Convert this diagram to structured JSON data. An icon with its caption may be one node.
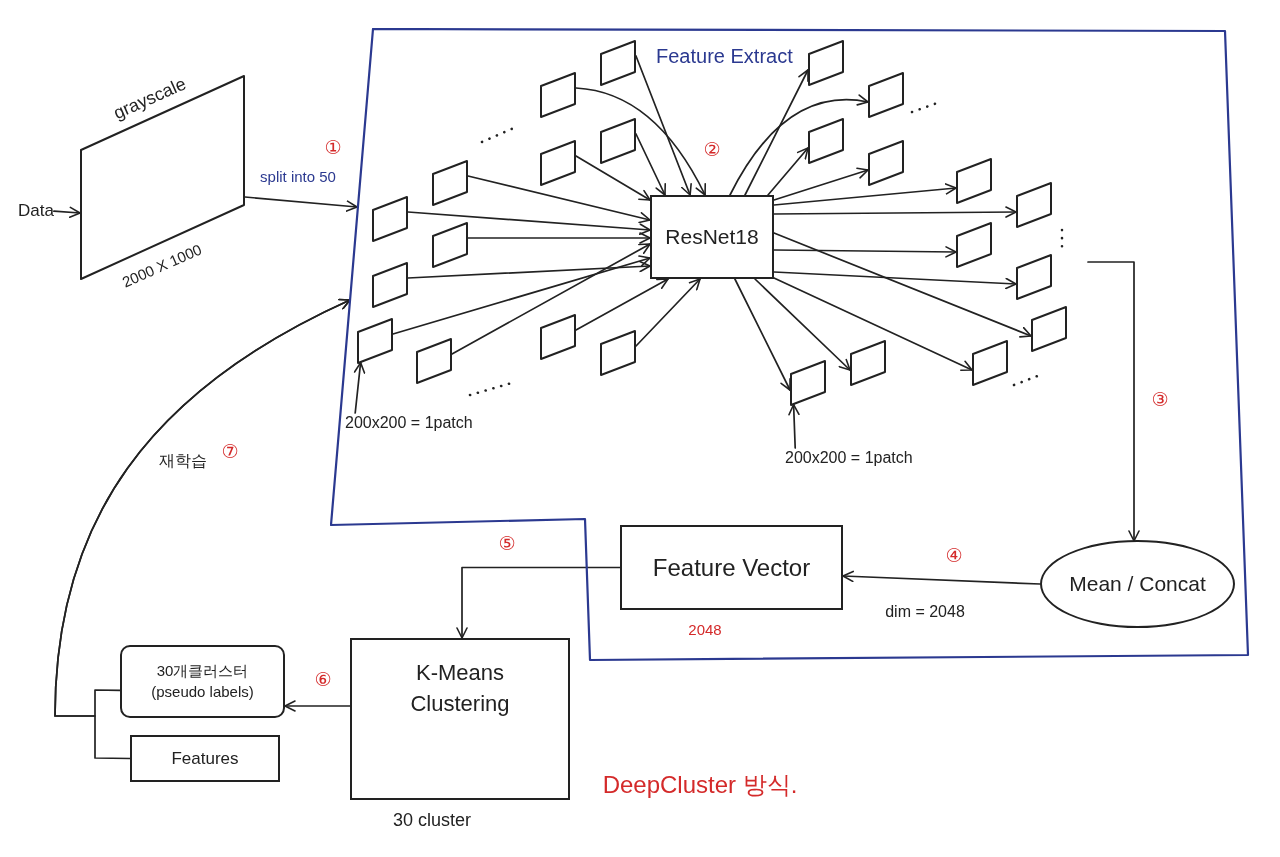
{
  "diagram": {
    "nodes": [
      {
        "text": [
          "Data"
        ]
      },
      {
        "text": [],
        "shape": "parallelogram",
        "beside": [
          "grayscale",
          "2000 X 1000"
        ]
      },
      {
        "text": [
          "Feature Extract"
        ]
      },
      {
        "text": [],
        "shape": "parallelogram",
        "in": 2
      },
      {
        "text": [],
        "shape": "parallelogram",
        "in": 2
      },
      {
        "text": [],
        "shape": "parallelogram",
        "in": 2
      },
      {
        "text": [],
        "shape": "parallelogram",
        "in": 2
      },
      {
        "text": [],
        "shape": "parallelogram",
        "in": 2
      },
      {
        "text": [],
        "shape": "parallelogram",
        "in": 2
      },
      {
        "text": [],
        "shape": "parallelogram",
        "in": 2
      },
      {
        "text": [],
        "shape": "parallelogram",
        "in": 2
      },
      {
        "text": [],
        "shape": "parallelogram",
        "in": 2
      },
      {
        "text": [],
        "shape": "parallelogram",
        "in": 2
      },
      {
        "text": [],
        "shape": "parallelogram",
        "in": 2
      },
      {
        "text": [],
        "shape": "parallelogram",
        "in": 2
      },
      {
        "text": [
          "ResNet18"
        ],
        "beside": [
          "②"
        ],
        "in": 2
      },
      {
        "text": [],
        "shape": "parallelogram",
        "in": 2
      },
      {
        "text": [],
        "shape": "parallelogram",
        "in": 2
      },
      {
        "text": [],
        "shape": "parallelogram",
        "in": 2
      },
      {
        "text": [],
        "shape": "parallelogram",
        "in": 2
      },
      {
        "text": [],
        "shape": "parallelogram",
        "in": 2
      },
      {
        "text": [],
        "shape": "parallelogram",
        "in": 2
      },
      {
        "text": [],
        "shape": "parallelogram",
        "in": 2
      },
      {
        "text": [],
        "shape": "parallelogram",
        "in": 2
      },
      {
        "text": [],
        "shape": "parallelogram",
        "in": 2
      },
      {
        "text": [],
        "shape": "parallelogram",
        "in": 2
      },
      {
        "text": [],
        "shape": "parallelogram",
        "in": 2
      },
      {
        "text": [],
        "shape": "parallelogram",
        "in": 2
      },
      {
        "text": [
          "200x200 = 1patch"
        ],
        "in": 2
      },
      {
        "text": [
          "200x200 = 1patch"
        ],
        "in": 2
      },
      {
        "text": [
          "Mean / Concat"
        ],
        "in": 2
      },
      {
        "text": [
          "Feature Vector"
        ],
        "beside": [
          "2048"
        ],
        "in": 2
      },
      {
        "text": [
          "K-Means Clustering"
        ],
        "beside": [
          "30 cluster"
        ]
      },
      {
        "text": [
          "30개클러스터 (pseudo labels)"
        ]
      },
      {
        "text": [
          "Features"
        ]
      }
    ],
    "edges": [
      {
        "from": 0,
        "to": 1,
        "arrow": "to"
      },
      {
        "from": 1,
        "to": 2,
        "arrow": "to",
        "label": "split into 50"
      },
      {
        "from": 3,
        "to": 15,
        "arrow": "to"
      },
      {
        "from": 4,
        "to": 15,
        "arrow": "to"
      },
      {
        "from": 5,
        "to": 15,
        "arrow": "to"
      },
      {
        "from": 6,
        "to": 15,
        "arrow": "to"
      },
      {
        "from": 7,
        "to": 15,
        "arrow": "to"
      },
      {
        "from": 8,
        "to": 15,
        "arrow": "to"
      },
      {
        "from": 9,
        "to": 15,
        "arrow": "to"
      },
      {
        "from": 10,
        "to": 15,
        "arrow": "to"
      },
      {
        "from": 11,
        "to": 15,
        "arrow": "to"
      },
      {
        "from": 12,
        "to": 15,
        "arrow": "to"
      },
      {
        "from": 13,
        "to": 15,
        "arrow": "to"
      },
      {
        "from": 14,
        "to": 15,
        "arrow": "to"
      },
      {
        "from": 15,
        "to": 16,
        "arrow": "to"
      },
      {
        "from": 15,
        "to": 17,
        "arrow": "to"
      },
      {
        "from": 15,
        "to": 18,
        "arrow": "to"
      },
      {
        "from": 15,
        "to": 19,
        "arrow": "to"
      },
      {
        "from": 15,
        "to": 20,
        "arrow": "to"
      },
      {
        "from": 15,
        "to": 21,
        "arrow": "to"
      },
      {
        "from": 15,
        "to": 22,
        "arrow": "to"
      },
      {
        "from": 15,
        "to": 23,
        "arrow": "to"
      },
      {
        "from": 15,
        "to": 24,
        "arrow": "to"
      },
      {
        "from": 15,
        "to": 25,
        "arrow": "to"
      },
      {
        "from": 15,
        "to": 26,
        "arrow": "to"
      },
      {
        "from": 15,
        "to": 27,
        "arrow": "to"
      },
      {
        "from": 28,
        "to": 13,
        "arrow": "to"
      },
      {
        "from": 29,
        "to": 16,
        "arrow": "to"
      },
      {
        "from": null,
        "to": 30,
        "arrow": "to"
      },
      {
        "from": 30,
        "to": 31,
        "arrow": "to",
        "label": "dim = 2048"
      },
      {
        "from": 31,
        "to": 32,
        "arrow": "to"
      },
      {
        "from": 32,
        "to": 33,
        "arrow": "to"
      },
      {
        "from": 33,
        "to": 2,
        "arrow": "to",
        "label": "재학습"
      },
      {
        "from": 34,
        "to": 2,
        "arrow": "to"
      }
    ],
    "labels": [
      "①",
      "③",
      "⑦",
      "⑤",
      "④",
      "⑥",
      "DeepCluster 방식."
    ]
  }
}
